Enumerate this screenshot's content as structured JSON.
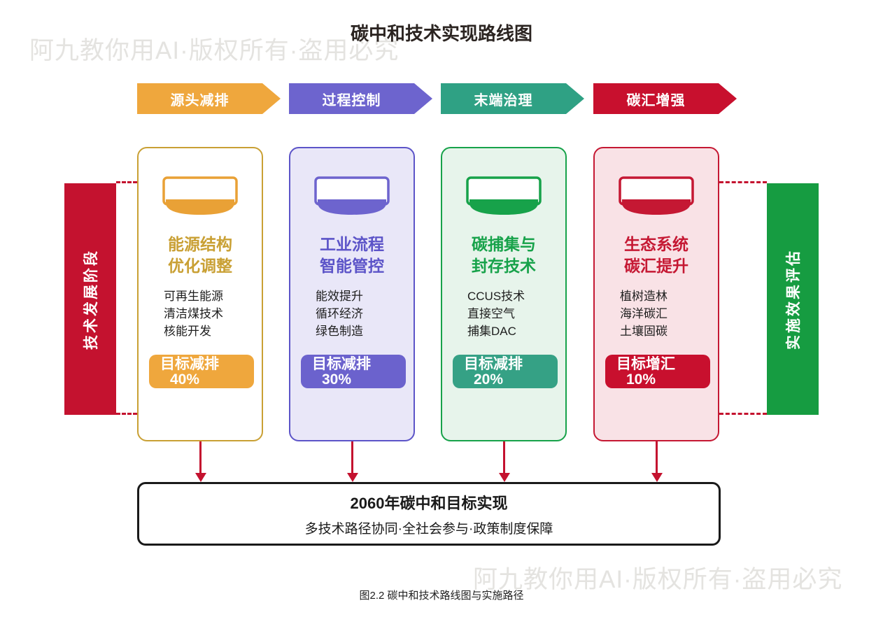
{
  "title": "碳中和技术实现路线图",
  "watermark": "阿九教你用AI·版权所有·盗用必究",
  "stages": [
    {
      "label": "源头减排",
      "color": "#EFA73D"
    },
    {
      "label": "过程控制",
      "color": "#6D64CE"
    },
    {
      "label": "末端治理",
      "color": "#2FA184"
    },
    {
      "label": "碳汇增强",
      "color": "#C8102E"
    }
  ],
  "cards": [
    {
      "title_lines": [
        "能源结构",
        "优化调整"
      ],
      "items": [
        "可再生能源",
        "清洁煤技术",
        "核能开发"
      ],
      "badge": {
        "label": "目标减排",
        "value": "40%"
      },
      "accent": "#EFA73D"
    },
    {
      "title_lines": [
        "工业流程",
        "智能管控"
      ],
      "items": [
        "能效提升",
        "循环经济",
        "绿色制造"
      ],
      "badge": {
        "label": "目标减排",
        "value": "30%"
      },
      "accent": "#6D64CE"
    },
    {
      "title_lines": [
        "碳捕集与",
        "封存技术"
      ],
      "items": [
        "CCUS技术",
        "直接空气",
        "捕集DAC"
      ],
      "badge": {
        "label": "目标减排",
        "value": "20%"
      },
      "accent": "#17A24A"
    },
    {
      "title_lines": [
        "生态系统",
        "碳汇提升"
      ],
      "items": [
        "植树造林",
        "海洋碳汇",
        "土壤固碳"
      ],
      "badge": {
        "label": "目标增汇",
        "value": "10%"
      },
      "accent": "#C8102E"
    }
  ],
  "left_axis_label": "技术发展阶段",
  "right_axis_label": "实施效果评估",
  "goal_box": {
    "title": "2060年碳中和目标实现",
    "subtitle": "多技术路径协同·全社会参与·政策制度保障"
  },
  "caption": "图2.2 碳中和技术路线图与实施路径",
  "colors": {
    "stage_orange": "#EFA73D",
    "stage_purple": "#6D64CE",
    "stage_teal": "#2FA184",
    "stage_red": "#C8102E",
    "left_axis_bar": "#C4122F",
    "right_axis_bar": "#169C41",
    "arrow_red": "#C4122F",
    "goal_box_border": "#1A1A1A",
    "watermark_gray": "#E4E3E0"
  }
}
